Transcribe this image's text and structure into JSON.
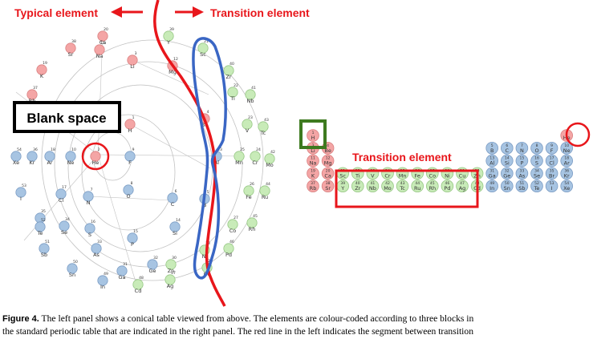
{
  "labels": {
    "typical": "Typical element",
    "transition_top": "Transition element",
    "blank_space": "Blank space",
    "transition_right": "Transition element"
  },
  "caption": {
    "figure": "Figure 4.",
    "line1": "The left panel shows a conical table viewed from above. The elements are colour-coded according to three blocks in",
    "line2": "the standard periodic table that are indicated in the right panel. The red line in the left indicates the segment between transition"
  },
  "colors": {
    "s_block": "#f4a5a5",
    "p_block": "#a7c4e2",
    "d_block": "#c8ebb8",
    "red": "#e8161b",
    "blue": "#3a66c4",
    "green_box": "#3d7a1f"
  },
  "cone_elements": [
    {
      "s": "Ca",
      "n": "20",
      "b": "s"
    },
    {
      "s": "Y",
      "n": "39",
      "b": "d"
    },
    {
      "s": "Sr",
      "n": "38",
      "b": "s"
    },
    {
      "s": "Na",
      "n": "11",
      "b": "s"
    },
    {
      "s": "Sc",
      "n": "21",
      "b": "d"
    },
    {
      "s": "Li",
      "n": "3",
      "b": "s"
    },
    {
      "s": "Mg",
      "n": "12",
      "b": "s"
    },
    {
      "s": "K",
      "n": "19",
      "b": "s"
    },
    {
      "s": "Zr",
      "n": "40",
      "b": "d"
    },
    {
      "s": "Rb",
      "n": "37",
      "b": "s"
    },
    {
      "s": "Ti",
      "n": "22",
      "b": "d"
    },
    {
      "s": "Nb",
      "n": "41",
      "b": "d"
    },
    {
      "s": "Be",
      "n": "4",
      "b": "s"
    },
    {
      "s": "H",
      "n": "1",
      "b": "s"
    },
    {
      "s": "V",
      "n": "23",
      "b": "d"
    },
    {
      "s": "Tc",
      "n": "43",
      "b": "d"
    },
    {
      "s": "He",
      "n": "2",
      "b": "s"
    },
    {
      "s": "Ne",
      "n": "10",
      "b": "p"
    },
    {
      "s": "F",
      "n": "9",
      "b": "p"
    },
    {
      "s": "Xe",
      "n": "54",
      "b": "p"
    },
    {
      "s": "Kr",
      "n": "36",
      "b": "p"
    },
    {
      "s": "Ar",
      "n": "18",
      "b": "p"
    },
    {
      "s": "Al",
      "n": "13",
      "b": "p"
    },
    {
      "s": "Mn",
      "n": "25",
      "b": "d"
    },
    {
      "s": "Cr",
      "n": "24",
      "b": "d"
    },
    {
      "s": "Mo",
      "n": "42",
      "b": "d"
    },
    {
      "s": "O",
      "n": "8",
      "b": "p"
    },
    {
      "s": "I",
      "n": "53",
      "b": "p"
    },
    {
      "s": "Cl",
      "n": "17",
      "b": "p"
    },
    {
      "s": "N",
      "n": "7",
      "b": "p"
    },
    {
      "s": "C",
      "n": "6",
      "b": "p"
    },
    {
      "s": "B",
      "n": "5",
      "b": "p"
    },
    {
      "s": "Fe",
      "n": "26",
      "b": "d"
    },
    {
      "s": "Ru",
      "n": "44",
      "b": "d"
    },
    {
      "s": "Br",
      "n": "35",
      "b": "p"
    },
    {
      "s": "Te",
      "n": "52",
      "b": "p"
    },
    {
      "s": "Se",
      "n": "34",
      "b": "p"
    },
    {
      "s": "S",
      "n": "16",
      "b": "p"
    },
    {
      "s": "Si",
      "n": "14",
      "b": "p"
    },
    {
      "s": "Co",
      "n": "27",
      "b": "d"
    },
    {
      "s": "Rh",
      "n": "45",
      "b": "d"
    },
    {
      "s": "P",
      "n": "15",
      "b": "p"
    },
    {
      "s": "Sb",
      "n": "51",
      "b": "p"
    },
    {
      "s": "As",
      "n": "33",
      "b": "p"
    },
    {
      "s": "Ni",
      "n": "28",
      "b": "d"
    },
    {
      "s": "Pd",
      "n": "46",
      "b": "d"
    },
    {
      "s": "Sn",
      "n": "50",
      "b": "p"
    },
    {
      "s": "Ga",
      "n": "31",
      "b": "p"
    },
    {
      "s": "Zn",
      "n": "30",
      "b": "d"
    },
    {
      "s": "Ge",
      "n": "32",
      "b": "p"
    },
    {
      "s": "Cu",
      "n": "29",
      "b": "d"
    },
    {
      "s": "In",
      "n": "49",
      "b": "p"
    },
    {
      "s": "Cd",
      "n": "48",
      "b": "d"
    },
    {
      "s": "Ag",
      "n": "47",
      "b": "d"
    }
  ],
  "table_rows": [
    [
      {
        "s": "H",
        "n": "1",
        "b": "s",
        "c": 0
      },
      {
        "s": "He",
        "n": "2",
        "b": "s",
        "c": 17
      }
    ],
    [
      {
        "s": "Li",
        "n": "3",
        "b": "s",
        "c": 0
      },
      {
        "s": "Be",
        "n": "4",
        "b": "s",
        "c": 1
      },
      {
        "s": "B",
        "n": "5",
        "b": "p",
        "c": 12
      },
      {
        "s": "C",
        "n": "6",
        "b": "p",
        "c": 13
      },
      {
        "s": "N",
        "n": "7",
        "b": "p",
        "c": 14
      },
      {
        "s": "O",
        "n": "8",
        "b": "p",
        "c": 15
      },
      {
        "s": "F",
        "n": "9",
        "b": "p",
        "c": 16
      },
      {
        "s": "Ne",
        "n": "10",
        "b": "p",
        "c": 17
      }
    ],
    [
      {
        "s": "Na",
        "n": "11",
        "b": "s",
        "c": 0
      },
      {
        "s": "Mg",
        "n": "12",
        "b": "s",
        "c": 1
      },
      {
        "s": "Al",
        "n": "13",
        "b": "p",
        "c": 12
      },
      {
        "s": "Si",
        "n": "14",
        "b": "p",
        "c": 13
      },
      {
        "s": "P",
        "n": "15",
        "b": "p",
        "c": 14
      },
      {
        "s": "S",
        "n": "16",
        "b": "p",
        "c": 15
      },
      {
        "s": "Cl",
        "n": "17",
        "b": "p",
        "c": 16
      },
      {
        "s": "Ar",
        "n": "18",
        "b": "p",
        "c": 17
      }
    ],
    [
      {
        "s": "K",
        "n": "19",
        "b": "s",
        "c": 0
      },
      {
        "s": "Ca",
        "n": "20",
        "b": "s",
        "c": 1
      },
      {
        "s": "Sc",
        "n": "21",
        "b": "d",
        "c": 2
      },
      {
        "s": "Ti",
        "n": "22",
        "b": "d",
        "c": 3
      },
      {
        "s": "V",
        "n": "23",
        "b": "d",
        "c": 4
      },
      {
        "s": "Cr",
        "n": "24",
        "b": "d",
        "c": 5
      },
      {
        "s": "Mn",
        "n": "25",
        "b": "d",
        "c": 6
      },
      {
        "s": "Fe",
        "n": "26",
        "b": "d",
        "c": 7
      },
      {
        "s": "Co",
        "n": "27",
        "b": "d",
        "c": 8
      },
      {
        "s": "Ni",
        "n": "28",
        "b": "d",
        "c": 9
      },
      {
        "s": "Cu",
        "n": "29",
        "b": "d",
        "c": 10
      },
      {
        "s": "Zn",
        "n": "30",
        "b": "d",
        "c": 11
      },
      {
        "s": "Ga",
        "n": "31",
        "b": "p",
        "c": 12
      },
      {
        "s": "Ge",
        "n": "32",
        "b": "p",
        "c": 13
      },
      {
        "s": "As",
        "n": "33",
        "b": "p",
        "c": 14
      },
      {
        "s": "Se",
        "n": "34",
        "b": "p",
        "c": 15
      },
      {
        "s": "Br",
        "n": "35",
        "b": "p",
        "c": 16
      },
      {
        "s": "Kr",
        "n": "36",
        "b": "p",
        "c": 17
      }
    ],
    [
      {
        "s": "Rb",
        "n": "37",
        "b": "s",
        "c": 0
      },
      {
        "s": "Sr",
        "n": "38",
        "b": "s",
        "c": 1
      },
      {
        "s": "Y",
        "n": "39",
        "b": "d",
        "c": 2
      },
      {
        "s": "Zr",
        "n": "40",
        "b": "d",
        "c": 3
      },
      {
        "s": "Nb",
        "n": "41",
        "b": "d",
        "c": 4
      },
      {
        "s": "Mo",
        "n": "42",
        "b": "d",
        "c": 5
      },
      {
        "s": "Tc",
        "n": "43",
        "b": "d",
        "c": 6
      },
      {
        "s": "Ru",
        "n": "44",
        "b": "d",
        "c": 7
      },
      {
        "s": "Rh",
        "n": "45",
        "b": "d",
        "c": 8
      },
      {
        "s": "Pd",
        "n": "46",
        "b": "d",
        "c": 9
      },
      {
        "s": "Ag",
        "n": "47",
        "b": "d",
        "c": 10
      },
      {
        "s": "Cd",
        "n": "48",
        "b": "d",
        "c": 11
      },
      {
        "s": "In",
        "n": "49",
        "b": "p",
        "c": 12
      },
      {
        "s": "Sn",
        "n": "50",
        "b": "p",
        "c": 13
      },
      {
        "s": "Sb",
        "n": "51",
        "b": "p",
        "c": 14
      },
      {
        "s": "Te",
        "n": "52",
        "b": "p",
        "c": 15
      },
      {
        "s": "I",
        "n": "53",
        "b": "p",
        "c": 16
      },
      {
        "s": "Xe",
        "n": "54",
        "b": "p",
        "c": 17
      }
    ]
  ]
}
